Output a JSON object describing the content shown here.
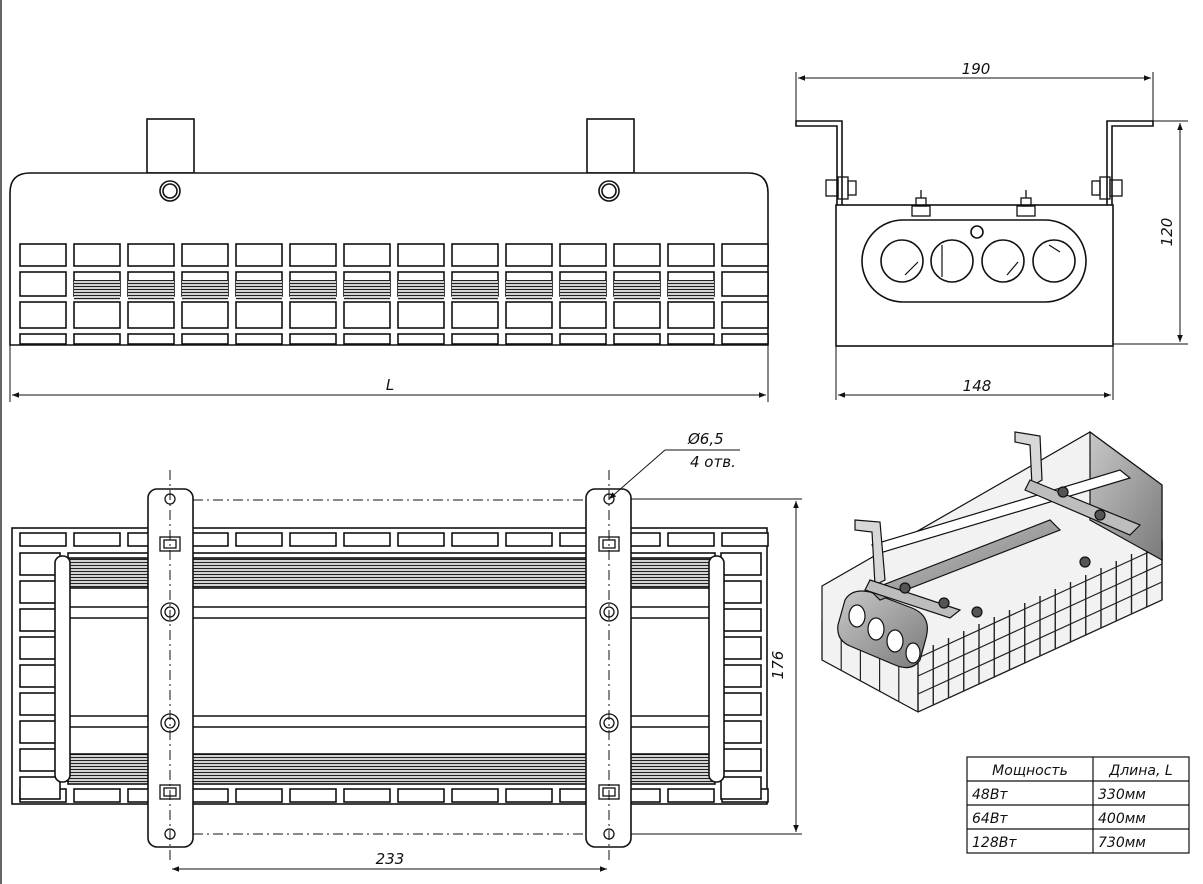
{
  "dimensions": {
    "length": "L",
    "width_top": "190",
    "height": "120",
    "width_bottom": "148",
    "hole": "Ø6,5",
    "hole_count": "4 отв.",
    "height_plan": "176",
    "mount_spacing": "233"
  },
  "spec_table": {
    "headers": [
      "Мощность",
      "Длина, L"
    ],
    "rows": [
      [
        "48Вт",
        "330мм"
      ],
      [
        "64Вт",
        "400мм"
      ],
      [
        "128Вт",
        "730мм"
      ]
    ]
  }
}
